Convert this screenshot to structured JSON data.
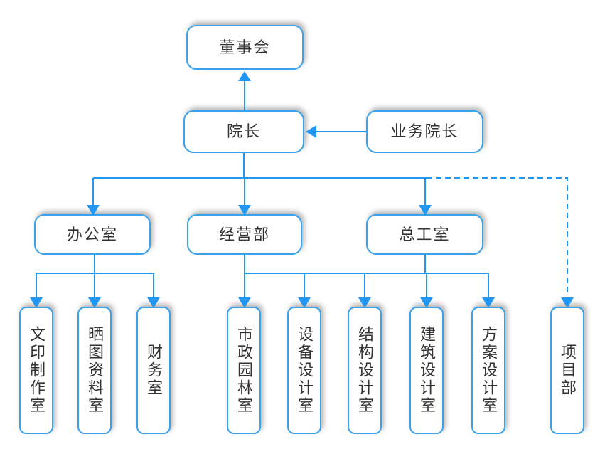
{
  "diagram": {
    "type": "org-chart",
    "nodes": {
      "board": {
        "label": "董事会"
      },
      "dean": {
        "label": "院长"
      },
      "business_dean": {
        "label": "业务院长"
      },
      "office": {
        "label": "办公室"
      },
      "operations": {
        "label": "经营部"
      },
      "chief_engineer": {
        "label": "总工室"
      },
      "printing": {
        "label": "文印制作室"
      },
      "blueprint": {
        "label": "晒图资料室"
      },
      "finance": {
        "label": "财务室"
      },
      "municipal_landscape": {
        "label": "市政园林室"
      },
      "equipment_design": {
        "label": "设备设计室"
      },
      "structure_design": {
        "label": "结构设计室"
      },
      "architecture_design": {
        "label": "建筑设计室"
      },
      "scheme_design": {
        "label": "方案设计室"
      },
      "project_dept": {
        "label": "项目部"
      }
    },
    "edges": [
      {
        "parents": [
          "dean"
        ],
        "child": "board",
        "style": "solid"
      },
      {
        "parents": [
          "business_dean"
        ],
        "child": "dean",
        "style": "solid"
      },
      {
        "parents": [
          "dean"
        ],
        "child": "office",
        "style": "solid"
      },
      {
        "parents": [
          "dean"
        ],
        "child": "operations",
        "style": "solid"
      },
      {
        "parents": [
          "dean"
        ],
        "child": "chief_engineer",
        "style": "solid"
      },
      {
        "parents": [
          "dean"
        ],
        "child": "project_dept",
        "style": "dashed"
      },
      {
        "parents": [
          "office"
        ],
        "child": "printing",
        "style": "solid"
      },
      {
        "parents": [
          "office"
        ],
        "child": "blueprint",
        "style": "solid"
      },
      {
        "parents": [
          "office"
        ],
        "child": "finance",
        "style": "solid"
      },
      {
        "parents": [
          "operations",
          "chief_engineer"
        ],
        "child": "municipal_landscape",
        "style": "solid"
      },
      {
        "parents": [
          "operations",
          "chief_engineer"
        ],
        "child": "equipment_design",
        "style": "solid"
      },
      {
        "parents": [
          "operations",
          "chief_engineer"
        ],
        "child": "structure_design",
        "style": "solid"
      },
      {
        "parents": [
          "operations",
          "chief_engineer"
        ],
        "child": "architecture_design",
        "style": "solid"
      },
      {
        "parents": [
          "operations",
          "chief_engineer"
        ],
        "child": "scheme_design",
        "style": "solid"
      }
    ]
  },
  "colors": {
    "line": "#2196F3",
    "box_border": "#3AA1EA",
    "text": "#333333",
    "background": "#FFFFFF"
  }
}
